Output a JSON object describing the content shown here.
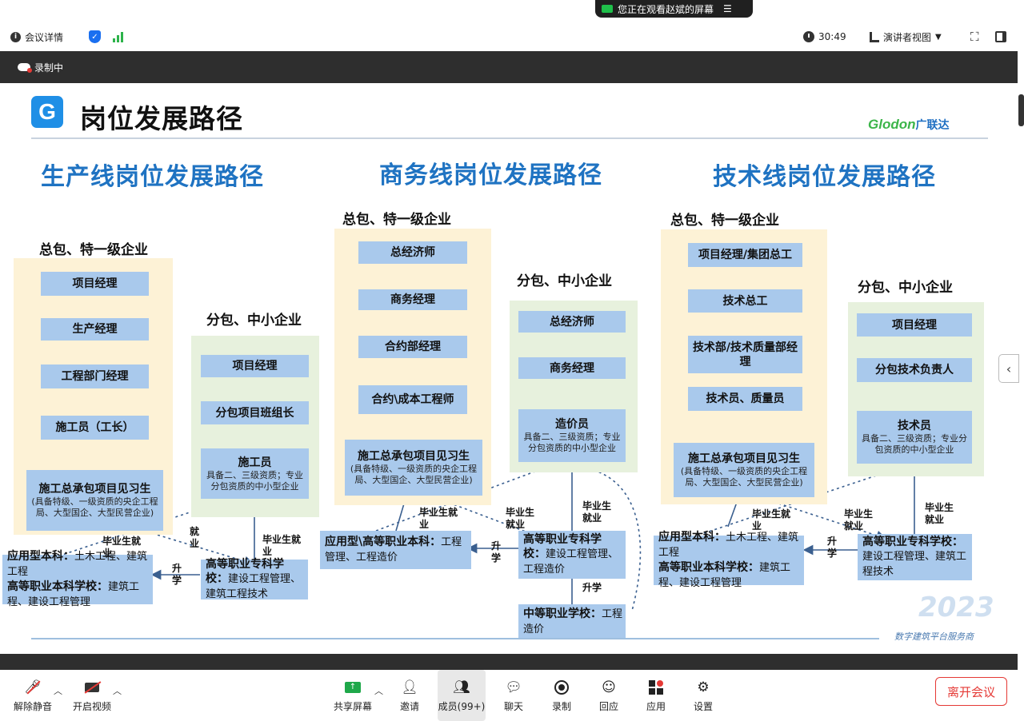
{
  "share_banner": {
    "text": "您正在观看赵斌的屏幕"
  },
  "toolbar": {
    "meeting_info": "会议详情",
    "timer": "30:49",
    "view_mode": "演讲者视图"
  },
  "recording": {
    "label": "录制中"
  },
  "slide": {
    "logo_letter": "G",
    "title": "岗位发展路径",
    "brand_text": "Glodon",
    "brand_cn": "广联达",
    "footer_tag": "数字建筑平台服务商",
    "year": "2023",
    "production": {
      "title": "生产线岗位发展路径",
      "group_a": "总包、特一级企业",
      "group_b": "分包、中小企业",
      "a_boxes": [
        "项目经理",
        "生产经理",
        "工程部门经理",
        "施工员（工长）"
      ],
      "a_base_title": "施工总承包项目见习生",
      "a_base_sub": "(具备特级、一级资质的央企工程局、大型国企、大型民营企业)",
      "b_boxes": [
        "项目经理",
        "分包项目班组长"
      ],
      "b_base_title": "施工员",
      "b_base_sub": "具备二、三级资质；专业分包资质的中小型企业",
      "school_left_b1": "应用型本科：",
      "school_left_t1": "土木工程、建筑工程",
      "school_left_b2": "高等职业本科学校：",
      "school_left_t2": "建筑工程、建设工程管理",
      "school_right_b": "高等职业专科学校：",
      "school_right_t": "建设工程管理、建筑工程技术",
      "lbl_jiuye": "就业",
      "lbl_biye1": "毕业生就业",
      "lbl_biye2": "毕业生就业",
      "lbl_sx": "升学"
    },
    "business": {
      "title": "商务线岗位发展路径",
      "group_a": "总包、特一级企业",
      "group_b": "分包、中小企业",
      "a_boxes": [
        "总经济师",
        "商务经理",
        "合约部经理",
        "合约\\成本工程师"
      ],
      "a_base_title": "施工总承包项目见习生",
      "a_base_sub": "(具备特级、一级资质的央企工程局、大型国企、大型民营企业)",
      "b_boxes": [
        "总经济师",
        "商务经理"
      ],
      "b_base_title": "造价员",
      "b_base_sub": "具备二、三级资质；专业分包资质的中小型企业",
      "school_left_b": "应用型\\高等职业本科：",
      "school_left_t": "工程管理、工程造价",
      "school_mid_b": "高等职业专科学校：",
      "school_mid_t": "建设工程管理、工程造价",
      "school_bottom_b": "中等职业学校：",
      "school_bottom_t": "工程造价",
      "lbl_biye1": "毕业生就业",
      "lbl_biye2": "毕业生就业",
      "lbl_biye3": "毕业生就业",
      "lbl_sx1": "升学",
      "lbl_sx2": "升学"
    },
    "technical": {
      "title": "技术线岗位发展路径",
      "group_a": "总包、特一级企业",
      "group_b": "分包、中小企业",
      "a_boxes": [
        "项目经理/集团总工",
        "技术总工",
        "技术部/技术质量部经理",
        "技术员、质量员"
      ],
      "a_base_title": "施工总承包项目见习生",
      "a_base_sub": "(具备特级、一级资质的央企工程局、大型国企、大型民营企业)",
      "b_boxes": [
        "项目经理",
        "分包技术负责人"
      ],
      "b_base_title": "技术员",
      "b_base_sub": "具备二、三级资质；专业分包资质的中小型企业",
      "school_left_b1": "应用型本科：",
      "school_left_t1": "土木工程、建筑工程",
      "school_left_b2": "高等职业本科学校：",
      "school_left_t2": "建筑工程、建设工程管理",
      "school_right_b": "高等职业专科学校：",
      "school_right_t": "建设工程管理、建筑工程技术",
      "lbl_biye1": "毕业生就业",
      "lbl_biye2": "毕业生就业",
      "lbl_biye3": "毕业生就业",
      "lbl_sx": "升学"
    }
  },
  "controls": {
    "mute": "解除静音",
    "video": "开启视频",
    "share": "共享屏幕",
    "invite": "邀请",
    "members": "成员(99+)",
    "chat": "聊天",
    "record": "录制",
    "reaction": "回应",
    "apps": "应用",
    "settings": "设置",
    "leave": "离开会议"
  }
}
